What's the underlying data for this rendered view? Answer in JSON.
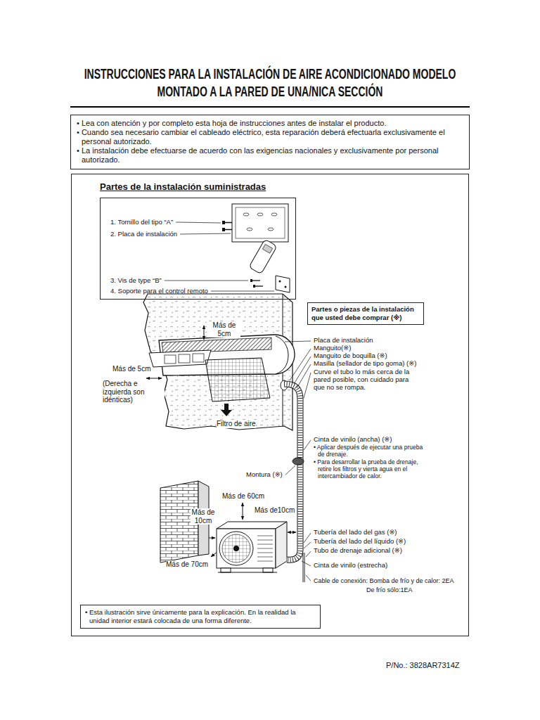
{
  "diagram": {
    "title": "INSTRUCCIONES PARA LA INSTALACIÓN DE AIRE ACONDICIONADO MODELO MONTADO A LA PARED DE UNA/NICA SECCIÓN",
    "nodes": [
      {
        "text": [
          "• Lea con atención y por completo esta hoja de instrucciones antes de instalar el producto.",
          "• Cuando sea necesario cambiar el cableado eléctrico, esta reparación deberá efectuarla exclusivamente el personal autorizado.",
          "• La instalación debe efectuarse de acuerdo con las exigencias nacionales y exclusivamente por personal autorizado."
        ]
      },
      {
        "text": [
          "Partes de la instalación suministradas"
        ]
      },
      {
        "text": [
          "1. Tornillo del tipo “A”",
          "2. Placa de instalación",
          "3. Vis de type “B”",
          "4. Soporte para el control remoto"
        ],
        "in": 1
      },
      {
        "text": [
          "Partes o piezas de la instalación que usted debe comprar (※)"
        ],
        "in": 1
      },
      {
        "text": [
          "• Esta ilustración sirve únicamente para la explicación. En la realidad la unidad interior estará colocada de una forma diferente."
        ],
        "in": 1
      }
    ],
    "labels": [
      "Más de 5cm",
      "Más de 5cm",
      "(Derecha e izquierda son idénticas)",
      "Filtro de aire",
      "Placa de instalación",
      "Manguito(※)",
      "Manguito de boquilla (※)",
      "Masilla (sellador de tipo goma) (※)",
      "Curve el tubo lo más cerca de la pared posible, con cuidado para que no se rompa.",
      "Cinta de vinilo (ancha) (※)",
      "• Aplicar después de ejecutar una prueba de drenaje.",
      "• Para desarrollar la prueba de drenaje, retire los filtros y vierta agua en el intercambiador de calor.",
      "Montura (※)",
      "Más de 60cm",
      "Más de10cm",
      "Más de 10cm",
      "Más de 70cm",
      "Tubería del lado del gas (※)",
      "Tubería del lado del líquido (※)",
      "Tubo de drenaje adicional (※)",
      "Cinta de vinilo (estrecha)",
      "Cable de conexión: Bomba de frío y de calor: 2EA",
      "De frío sólo:1EA",
      "P/No.: 3828AR7314Z"
    ]
  }
}
